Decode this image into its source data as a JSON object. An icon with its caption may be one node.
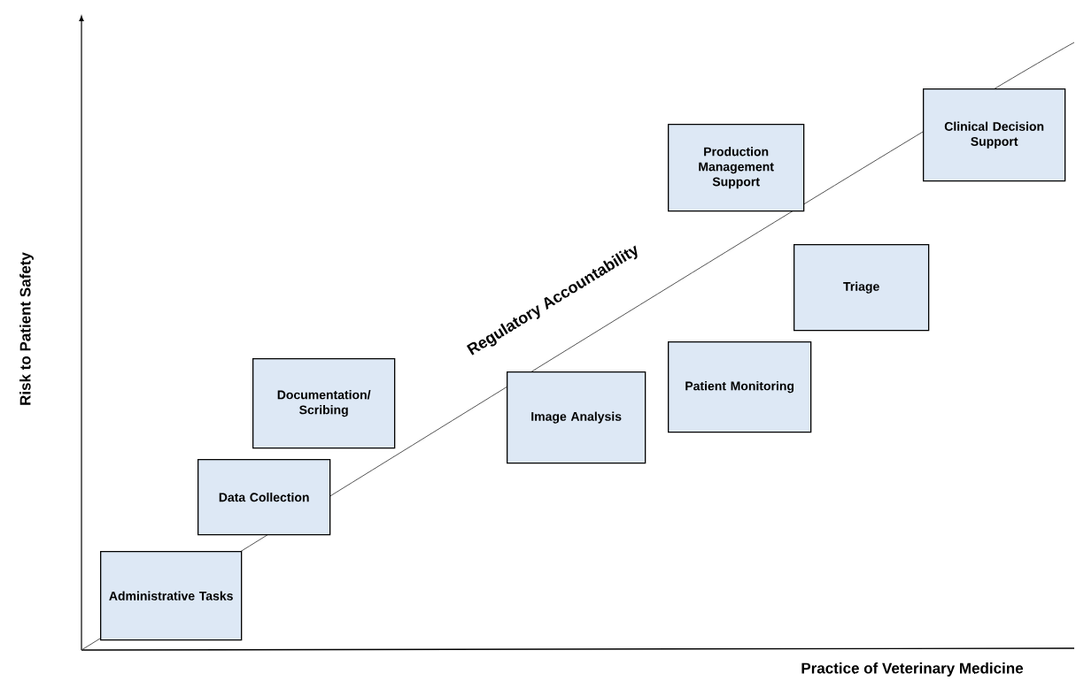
{
  "diagram": {
    "nodes": [
      {
        "text": [
          "Administrative Tasks"
        ]
      },
      {
        "text": [
          "Data Collection"
        ]
      },
      {
        "text": [
          "Documentation/ Scribing"
        ]
      },
      {
        "text": [
          "Image Analysis"
        ]
      },
      {
        "text": [
          "Production Management Support"
        ]
      },
      {
        "text": [
          "Patient Monitoring"
        ]
      },
      {
        "text": [
          "Triage"
        ]
      },
      {
        "text": [
          "Clinical Decision Support"
        ]
      }
    ],
    "labels": [
      "Regulatory Accountability",
      "Risk to Patient Safety",
      "Practice of Veterinary Medicine"
    ]
  }
}
